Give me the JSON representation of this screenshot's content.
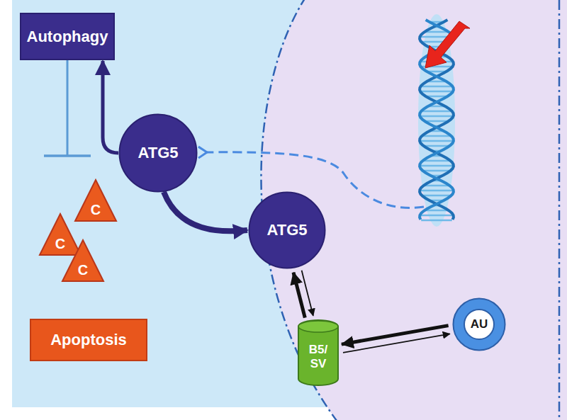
{
  "diagram": {
    "nodes": [
      {
        "text": [
          "Autophagy"
        ]
      },
      {
        "text": [
          "ATG5"
        ]
      },
      {
        "text": [
          "C"
        ]
      },
      {
        "text": [
          "C"
        ]
      },
      {
        "text": [
          "C"
        ]
      },
      {
        "text": [
          "ATG5"
        ]
      },
      {
        "text": [
          "B5/ SV"
        ]
      },
      {
        "text": [
          "AU"
        ]
      },
      {
        "text": [
          "Apoptosis"
        ]
      }
    ],
    "edges": [
      {
        "from": 1,
        "to": 0,
        "arrow": "to"
      },
      {
        "from": 0,
        "to": 2,
        "arrow": "none"
      },
      {
        "from": 1,
        "to": 5,
        "arrow": "to"
      },
      {
        "from": 5,
        "to": 6,
        "arrow": "to"
      },
      {
        "from": 6,
        "to": 5,
        "arrow": "to"
      },
      {
        "from": 7,
        "to": 6,
        "arrow": "to"
      },
      {
        "from": 6,
        "to": 7,
        "arrow": "to"
      }
    ]
  }
}
